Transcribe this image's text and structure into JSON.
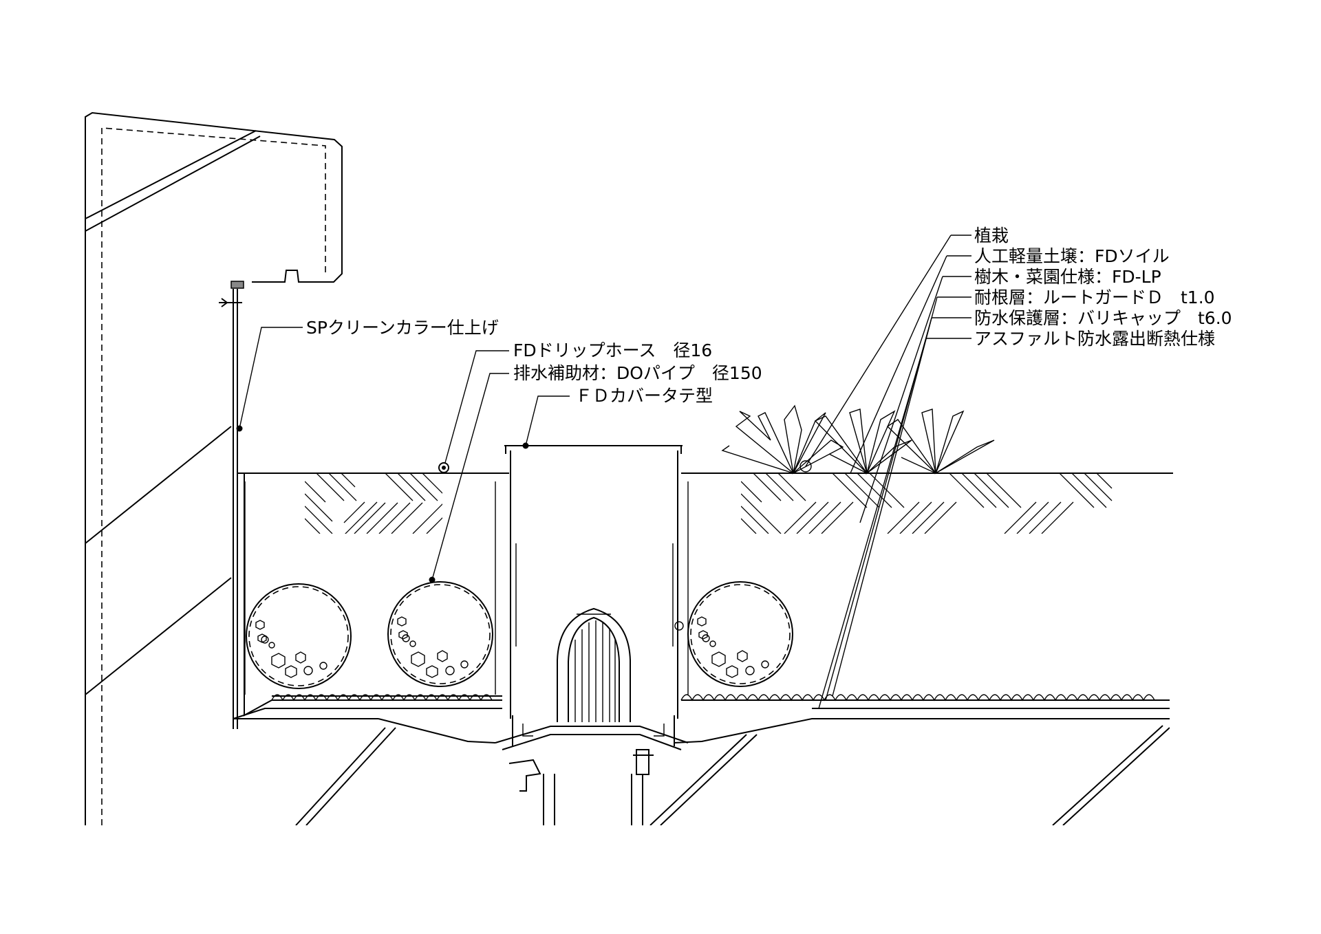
{
  "labels": {
    "finish": "SPクリーンカラー仕上げ",
    "drip_hose": "FDドリップホース　径16",
    "drain_aid": "排水補助材：DOパイプ　径150",
    "cover": "ＦＤカバータテ型",
    "layers": [
      "植栽",
      "人工軽量土壌：FDソイル",
      "樹木・菜園仕様：FD-LP",
      "耐根層：ルートガードＤ　t1.0",
      "防水保護層：バリキャップ　t6.0",
      "アスファルト防水露出断熱仕様"
    ]
  },
  "colors": {
    "line": "#000000",
    "background": "#ffffff"
  }
}
